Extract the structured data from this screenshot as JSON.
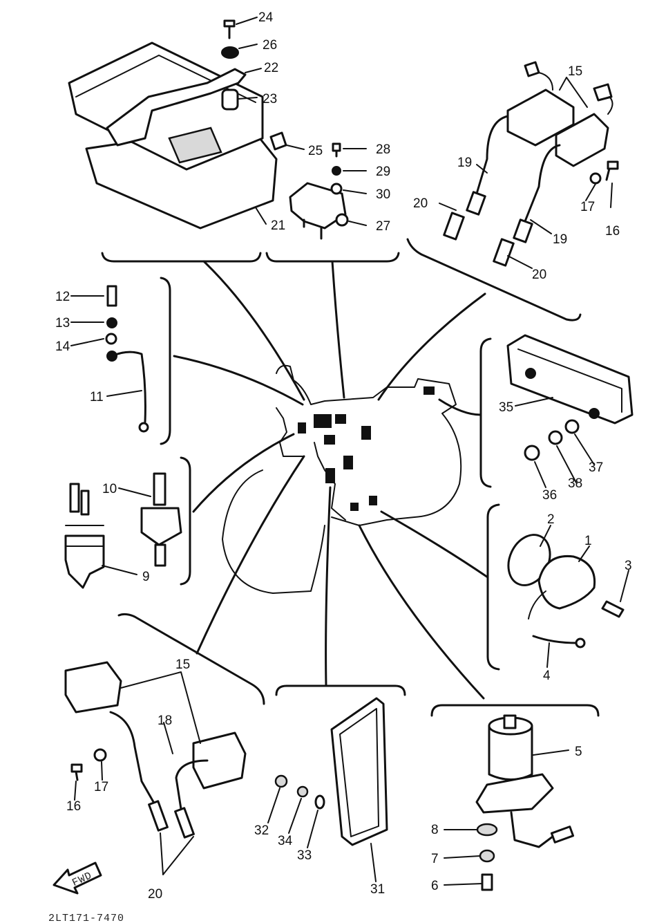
{
  "callouts": {
    "n1": "1",
    "n2": "2",
    "n3": "3",
    "n4": "4",
    "n5": "5",
    "n6": "6",
    "n7": "7",
    "n8": "8",
    "n9": "9",
    "n10": "10",
    "n11": "11",
    "n12": "12",
    "n13": "13",
    "n14": "14",
    "n15a": "15",
    "n15b": "15",
    "n16a": "16",
    "n16b": "16",
    "n17a": "17",
    "n17b": "17",
    "n18": "18",
    "n19a": "19",
    "n19b": "19",
    "n20a": "20",
    "n20b": "20",
    "n20c": "20",
    "n21": "21",
    "n22": "22",
    "n23": "23",
    "n24": "24",
    "n25": "25",
    "n26": "26",
    "n27": "27",
    "n28": "28",
    "n29": "29",
    "n30": "30",
    "n31": "31",
    "n32": "32",
    "n33": "33",
    "n34": "34",
    "n35": "35",
    "n36": "36",
    "n37": "37",
    "n38": "38"
  },
  "fwd_label": "FWD",
  "figure_code": "2LT171-7470"
}
